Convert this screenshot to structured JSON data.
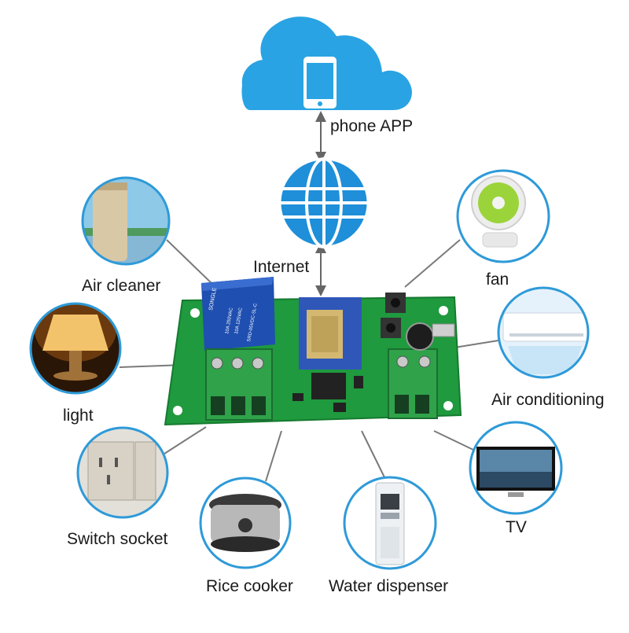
{
  "cloud": {
    "label": "phone APP",
    "color": "#29A3E3"
  },
  "internet": {
    "label": "Internet",
    "color": "#1E8FD8"
  },
  "board": {
    "color": "#1F9A3E",
    "relay_text": [
      "SONGLE",
      "10A 250VAC",
      "10A 125VAC",
      "SRD-05VDC-SL-C"
    ]
  },
  "devices": [
    {
      "id": "air-cleaner",
      "label": "Air cleaner"
    },
    {
      "id": "fan",
      "label": "fan"
    },
    {
      "id": "light",
      "label": "light"
    },
    {
      "id": "air-conditioning",
      "label": "Air conditioning"
    },
    {
      "id": "switch-socket",
      "label": "Switch socket"
    },
    {
      "id": "tv",
      "label": "TV"
    },
    {
      "id": "rice-cooker",
      "label": "Rice cooker"
    },
    {
      "id": "water-dispenser",
      "label": "Water dispenser"
    }
  ],
  "ring_color": "#2E9AD8",
  "line_color": "#7A7A7A"
}
